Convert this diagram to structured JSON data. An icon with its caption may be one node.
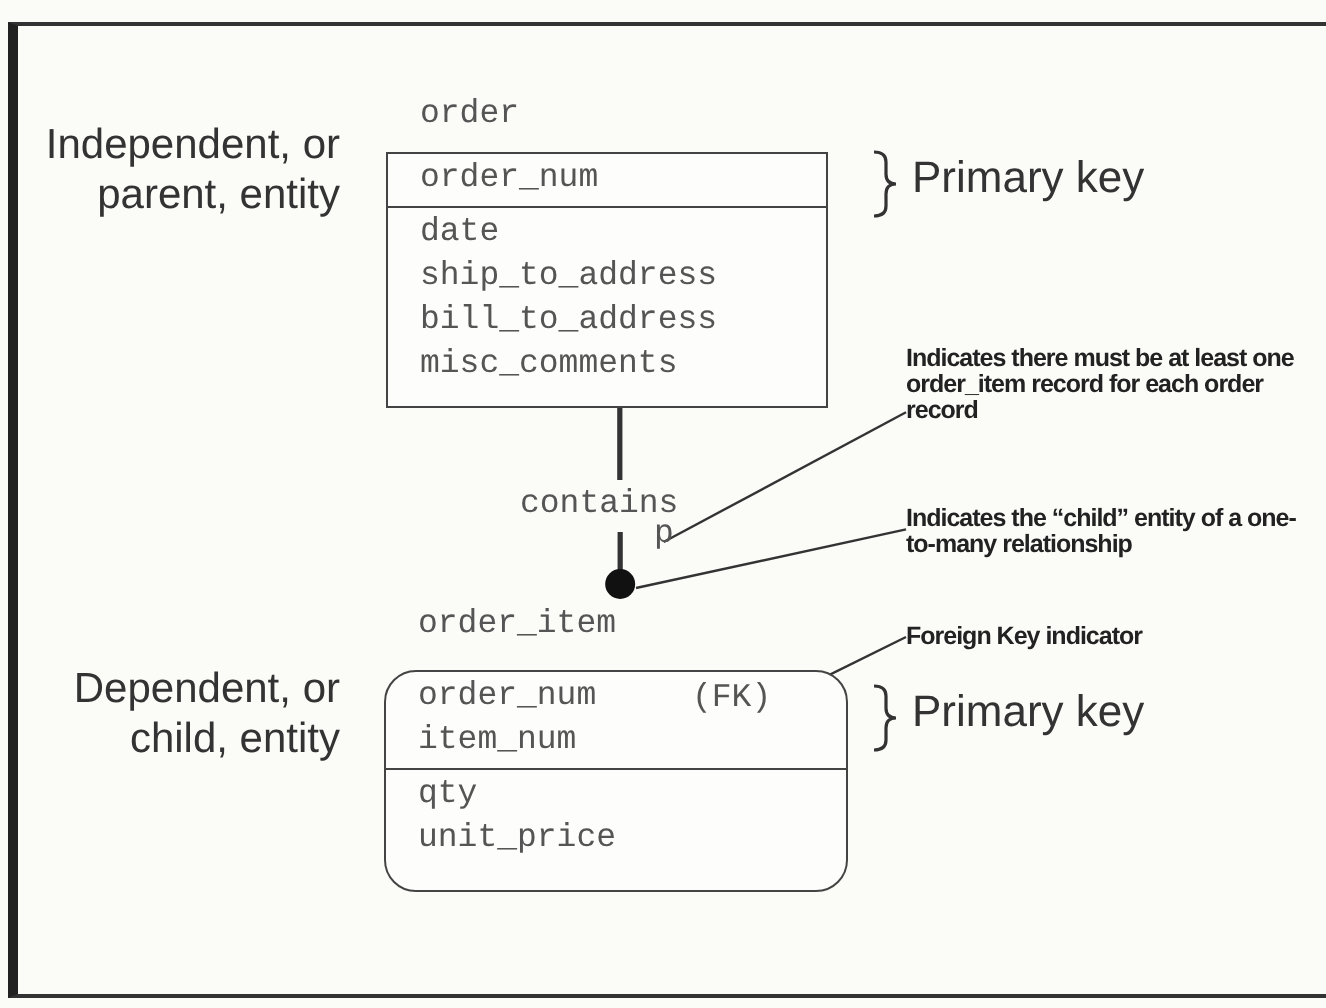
{
  "diagram": {
    "nodes": [
      {
        "text": [
          "order",
          "order_num",
          "date",
          "ship_to_address",
          "bill_to_address",
          "misc_comments"
        ],
        "beside": [
          "Independent, or parent, entity",
          "Primary key"
        ]
      },
      {
        "text": [
          "p"
        ]
      },
      {
        "text": [
          "Indicates there must be at least one order_item record for each order record"
        ]
      },
      {
        "text": [
          "Indicates the “child” entity of a one-to-many relationship"
        ]
      },
      {
        "text": [
          "order_item",
          "order_num",
          "item_num",
          "qty",
          "unit_price"
        ],
        "beside": [
          "Dependent, or child, entity",
          "Primary key"
        ]
      },
      {
        "text": [
          "(FK)"
        ],
        "in": 4
      },
      {
        "text": [
          "Foreign Key indicator"
        ]
      }
    ],
    "edges": [
      {
        "from": 0,
        "to": 4,
        "arrow": "other",
        "label": "contains"
      },
      {
        "from": 2,
        "to": 1,
        "arrow": "none"
      },
      {
        "from": 3,
        "to": null,
        "arrow": "none"
      },
      {
        "from": 6,
        "to": 5,
        "arrow": "none"
      }
    ]
  }
}
